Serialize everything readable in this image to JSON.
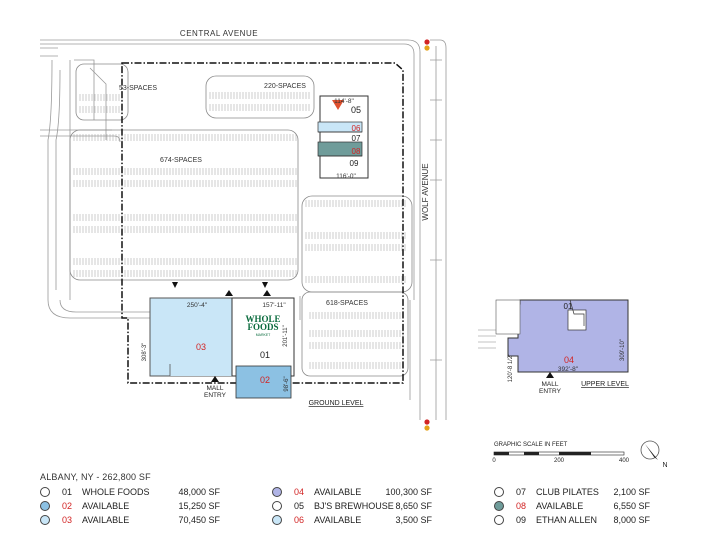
{
  "colors": {
    "avail_light": "#c9e6f7",
    "avail_mid": "#8cc1e3",
    "upper_fill": "#b0b4e6",
    "red_text": "#d22424",
    "line": "#7a7a7a",
    "boundary": "#111111"
  },
  "streets": {
    "central": "CENTRAL AVENUE",
    "wolf": "WOLF AVENUE"
  },
  "parking": {
    "p53": "53-SPACES",
    "p220": "220-SPACES",
    "p674": "674-SPACES",
    "p618": "618-SPACES"
  },
  "dims": {
    "d250": "250'-4\"",
    "d157": "157'-11\"",
    "d201": "201'-11\"",
    "d308": "308'-3\"",
    "d98": "98'-6\"",
    "d114": "114'-8\"",
    "d116": "116'-0\"",
    "d392": "392'-8\"",
    "d309": "309'-10\"",
    "d120": "120'-8 1/2\""
  },
  "units": {
    "u01": "01",
    "u02": "02",
    "u03": "03",
    "u04": "04",
    "u05": "05",
    "u06": "06",
    "u07": "07",
    "u08": "08",
    "u09": "09",
    "u01_upper": "01"
  },
  "tenant_logo": {
    "line1": "WHOLE",
    "line2": "FOODS",
    "line3": "MARKET",
    "color": "#0a6b3d"
  },
  "labels": {
    "mall_entry_1": "MALL",
    "mall_entry_2": "ENTRY",
    "ground_level": "GROUND LEVEL",
    "upper_level": "UPPER LEVEL",
    "graphic_scale": "GRAPHIC SCALE IN FEET",
    "scale_0": "0",
    "scale_200": "200",
    "scale_400": "400",
    "north": "N"
  },
  "legend": {
    "title": "ALBANY, NY - 262,800 SF",
    "items": [
      {
        "code": "01",
        "name": "WHOLE FOODS",
        "sf": "48,000 SF",
        "color": "#ffffff",
        "red": false
      },
      {
        "code": "02",
        "name": "AVAILABLE",
        "sf": "15,250 SF",
        "color": "#8cc1e3",
        "red": true
      },
      {
        "code": "03",
        "name": "AVAILABLE",
        "sf": "70,450 SF",
        "color": "#c9e6f7",
        "red": true
      },
      {
        "code": "04",
        "name": "AVAILABLE",
        "sf": "100,300 SF",
        "color": "#b0b4e6",
        "red": true
      },
      {
        "code": "05",
        "name": "BJ'S BREWHOUSE",
        "sf": "8,650 SF",
        "color": "#ffffff",
        "red": false
      },
      {
        "code": "06",
        "name": "AVAILABLE",
        "sf": "3,500 SF",
        "color": "#c9e6f7",
        "red": true
      },
      {
        "code": "07",
        "name": "CLUB PILATES",
        "sf": "2,100 SF",
        "color": "#ffffff",
        "red": false
      },
      {
        "code": "08",
        "name": "AVAILABLE",
        "sf": "6,550 SF",
        "color": "#6f9c9a",
        "red": true
      },
      {
        "code": "09",
        "name": "ETHAN ALLEN",
        "sf": "8,000 SF",
        "color": "#ffffff",
        "red": false
      }
    ]
  }
}
